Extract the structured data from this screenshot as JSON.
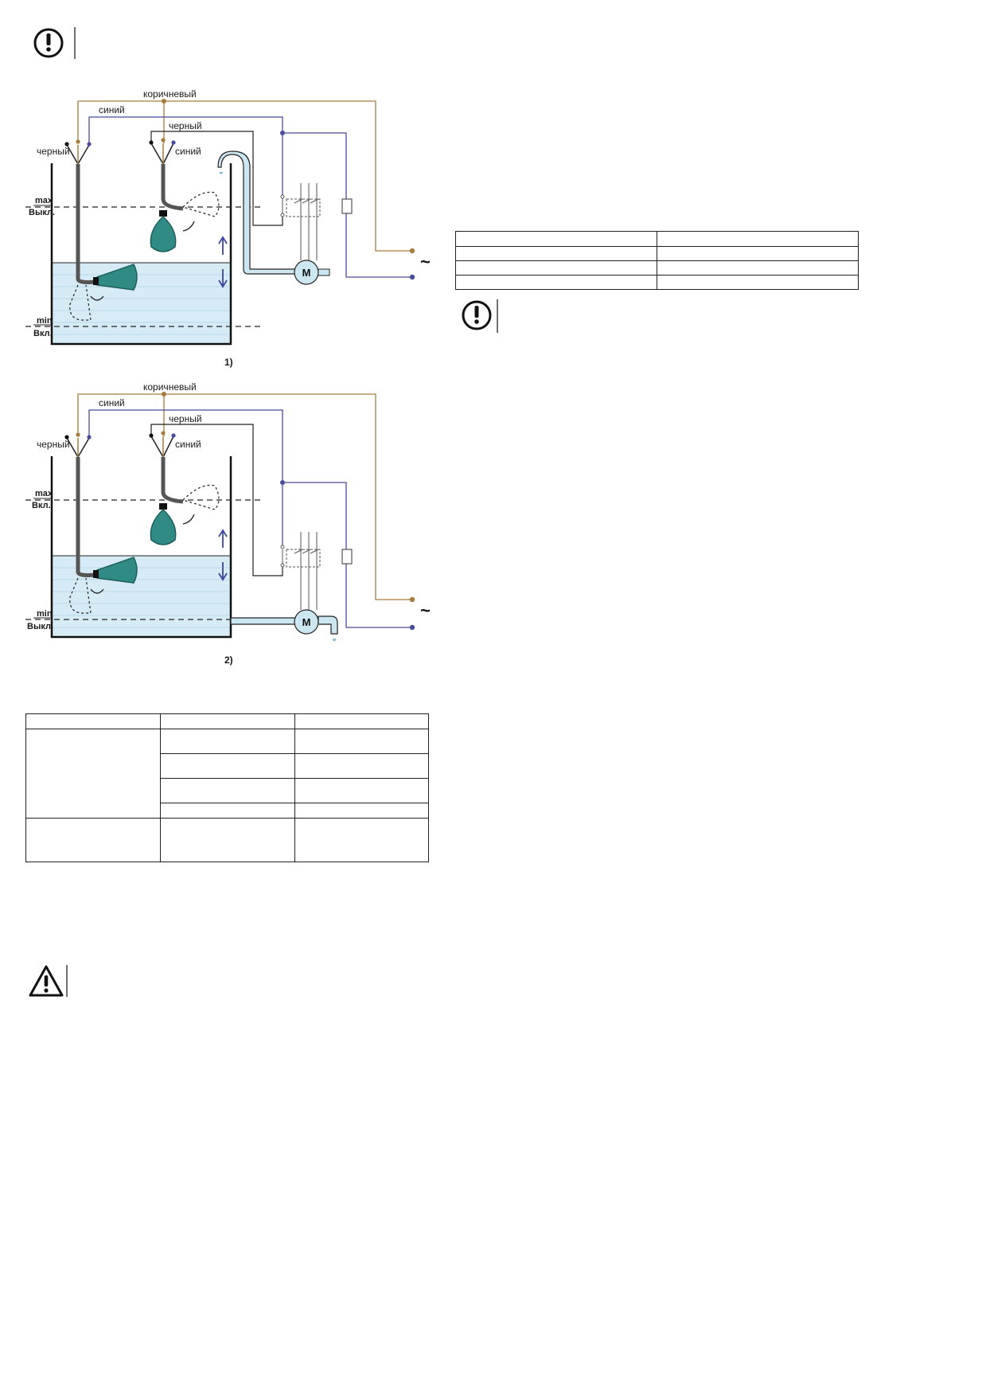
{
  "colors": {
    "brown": "#a67c3c",
    "blue": "#4b4b9b",
    "black": "#222222",
    "water": "#d6ebf5",
    "float": "#2f8b83",
    "pipe": "#cde7f2"
  },
  "icons": {
    "notice": "exclamation-circle-icon",
    "warning": "warning-triangle-icon"
  },
  "diagram1": {
    "caption": "1)",
    "wire_brown": "коричневый",
    "wire_blue": "синий",
    "wire_black": "черный",
    "left_black": "черный",
    "right_blue": "синий",
    "level_top_a": "max",
    "level_top_b": "Выкл.",
    "level_bottom_a": "min",
    "level_bottom_b": "Вкл.",
    "motor": "M",
    "ac": "~"
  },
  "diagram2": {
    "caption": "2)",
    "wire_brown": "коричневый",
    "wire_blue": "синий",
    "wire_black": "черный",
    "left_black": "черный",
    "right_blue": "синий",
    "level_top_a": "max",
    "level_top_b": "Вкл.",
    "level_bottom_a": "min",
    "level_bottom_b": "Выкл.",
    "motor": "M",
    "ac": "~"
  }
}
